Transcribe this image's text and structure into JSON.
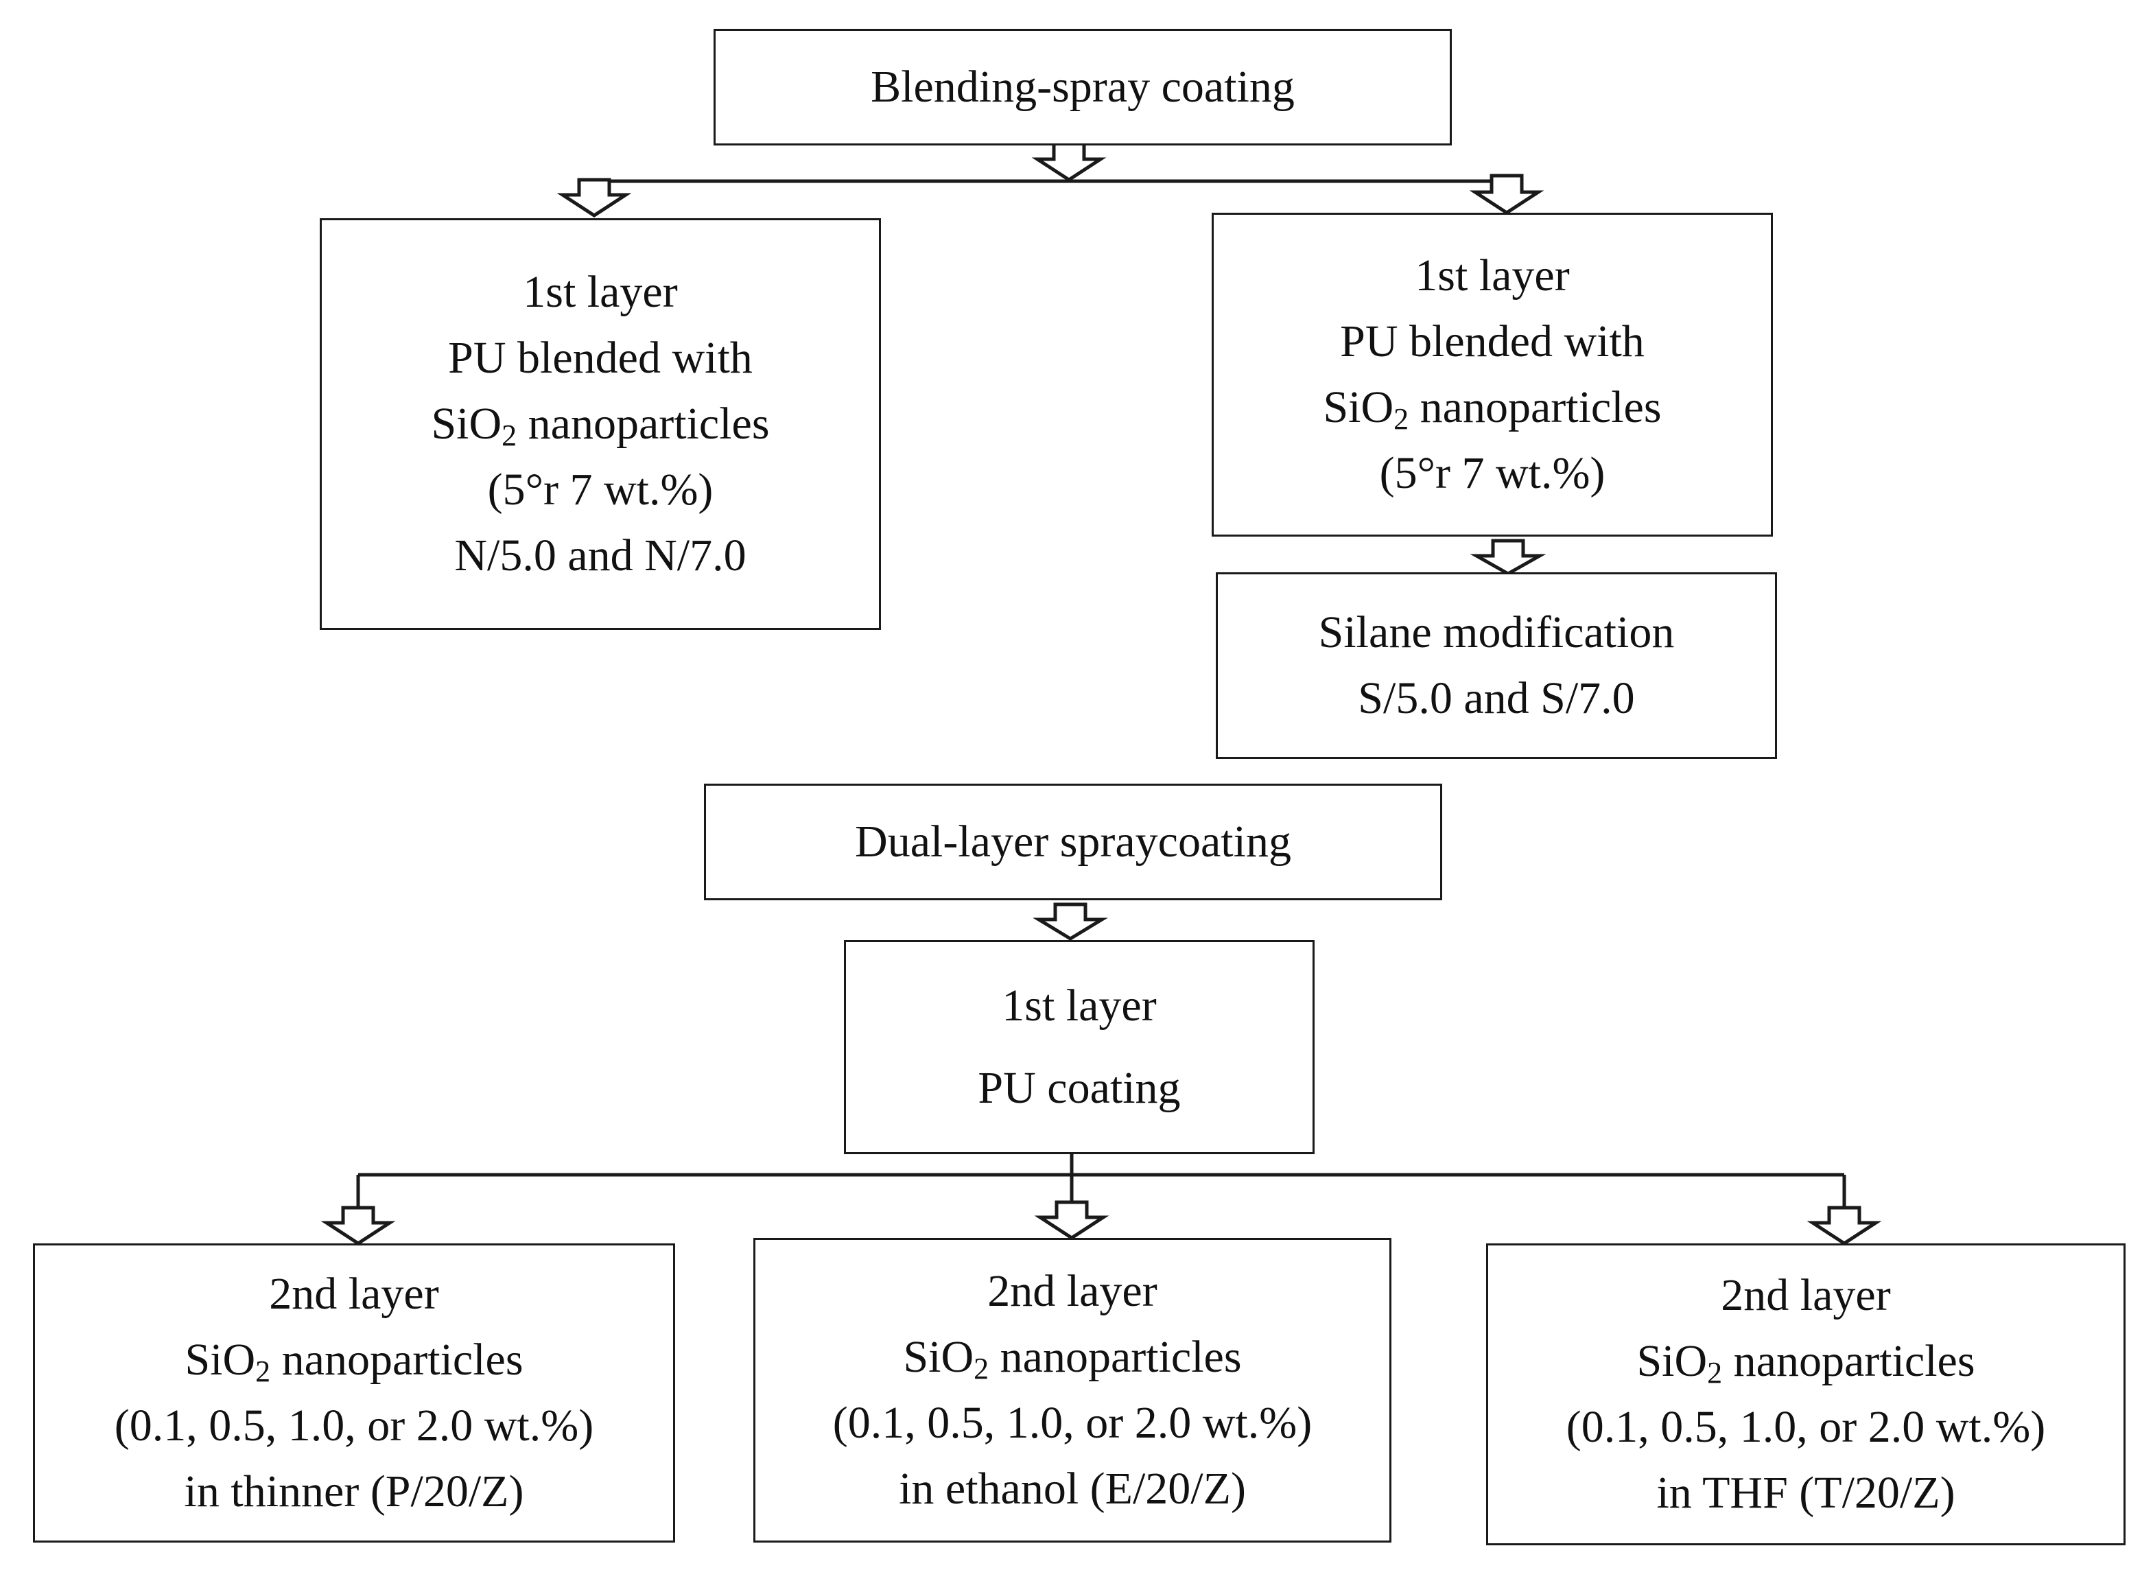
{
  "blending": {
    "title": "Blending-spray coating",
    "left": {
      "line1": "1st layer",
      "line2": "PU blended with",
      "line3_a": "SiO",
      "line3_sub": "2",
      "line3_b": " nanoparticles",
      "line4": "(5°r 7 wt.%)",
      "line5": "N/5.0 and N/7.0"
    },
    "right": {
      "line1": "1st layer",
      "line2": "PU blended with",
      "line3_a": "SiO",
      "line3_sub": "2",
      "line3_b": " nanoparticles",
      "line4": "(5°r 7 wt.%)"
    },
    "silane": {
      "line1": "Silane modification",
      "line2": "S/5.0 and S/7.0"
    }
  },
  "dual": {
    "title": "Dual-layer spraycoating",
    "first": {
      "line1": "1st layer",
      "line2": "PU coating"
    },
    "second_thinner": {
      "line1": "2nd layer",
      "line2_a": "SiO",
      "line2_sub": "2",
      "line2_b": " nanoparticles",
      "line3": "(0.1, 0.5, 1.0, or 2.0 wt.%)",
      "line4": "in thinner (P/20/Z)"
    },
    "second_ethanol": {
      "line1": "2nd layer",
      "line2_a": "SiO",
      "line2_sub": "2",
      "line2_b": " nanoparticles",
      "line3": "(0.1, 0.5, 1.0, or 2.0 wt.%)",
      "line4": "in ethanol (E/20/Z)"
    },
    "second_thf": {
      "line1": "2nd layer",
      "line2_a": "SiO",
      "line2_sub": "2",
      "line2_b": " nanoparticles",
      "line3": "(0.1, 0.5, 1.0, or 2.0 wt.%)",
      "line4": "in THF (T/20/Z)"
    }
  }
}
